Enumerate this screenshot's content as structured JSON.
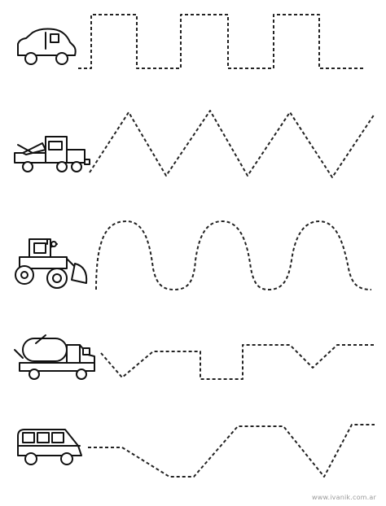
{
  "worksheet": {
    "credit": "www.ivanik.com.ar",
    "rows": [
      {
        "vehicle_icon": "car-icon",
        "path_pattern": "square-wave"
      },
      {
        "vehicle_icon": "tow-truck-icon",
        "path_pattern": "zigzag"
      },
      {
        "vehicle_icon": "bulldozer-icon",
        "path_pattern": "wave"
      },
      {
        "vehicle_icon": "tanker-truck-icon",
        "path_pattern": "trapezoid-wave"
      },
      {
        "vehicle_icon": "minivan-icon",
        "path_pattern": "plateau-wave"
      }
    ]
  },
  "colors": {
    "ink": "#111111",
    "paper": "#ffffff",
    "credit": "#9a9a9a"
  }
}
